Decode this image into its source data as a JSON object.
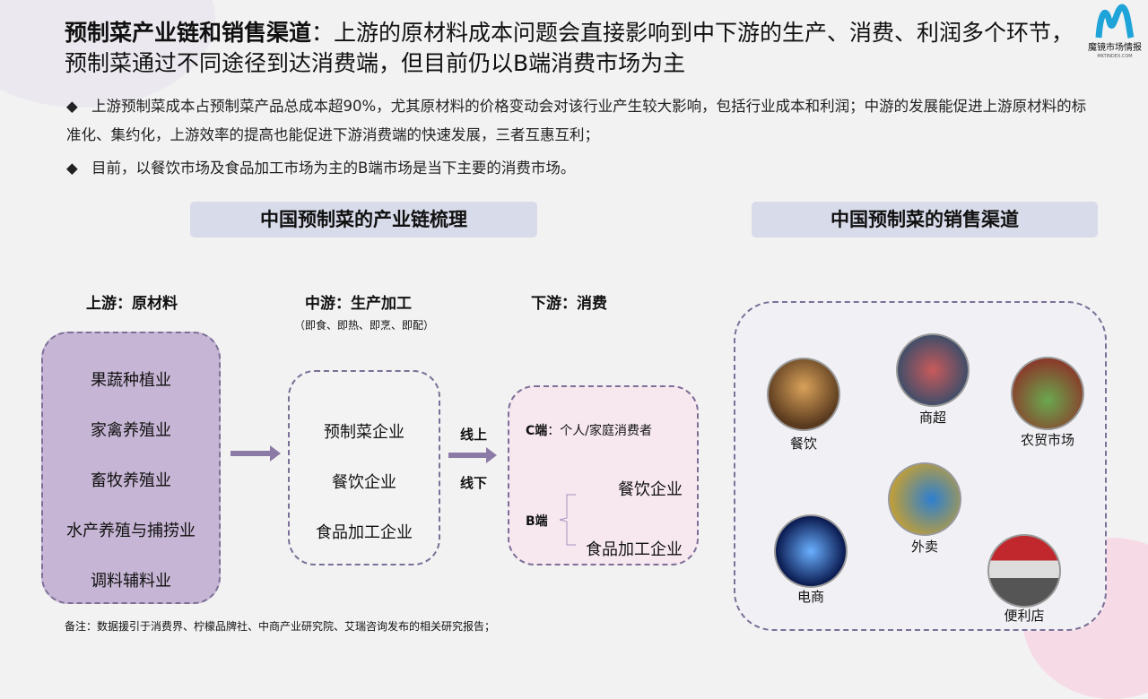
{
  "title": {
    "bold": "预制菜产业链和销售渠道",
    "rest": "：上游的原材料成本问题会直接影响到中下游的生产、消费、利润多个环节，预制菜通过不同途径到达消费端，但目前仍以B端消费市场为主"
  },
  "logo": {
    "name": "魔镜市场情报",
    "sub": "MKTINDEX.COM"
  },
  "bullets": [
    "上游预制菜成本占预制菜产品总成本超90%，尤其原材料的价格变动会对该行业产生较大影响，包括行业成本和利润；中游的发展能促进上游原材料的标准化、集约化，上游效率的提高也能促进下游消费端的快速发展，三者互惠互利；",
    "目前，以餐饮市场及食品加工市场为主的B端市场是当下主要的消费市场。"
  ],
  "left_header": "中国预制菜的产业链梳理",
  "right_header": "中国预制菜的销售渠道",
  "upstream": {
    "label": "上游：原材料",
    "items": [
      "果蔬种植业",
      "家禽养殖业",
      "畜牧养殖业",
      "水产养殖与捕捞业",
      "调料辅料业"
    ]
  },
  "midstream": {
    "label": "中游：生产加工",
    "note": "（即食、即热、即烹、即配）",
    "items": [
      "预制菜企业",
      "餐饮企业",
      "食品加工企业"
    ]
  },
  "downstream": {
    "label": "下游：消费",
    "online": "线上",
    "offline": "线下",
    "c_label": "C端",
    "c_text": "：个人/家庭消费者",
    "b_label": "B端",
    "b_items": [
      "餐饮企业",
      "食品加工企业"
    ]
  },
  "channels": [
    "餐饮",
    "商超",
    "农贸市场",
    "外卖",
    "电商",
    "便利店"
  ],
  "footnote": "备注：数据援引于消费界、柠檬品牌社、中商产业研究院、艾瑞咨询发布的相关研究报告；"
}
